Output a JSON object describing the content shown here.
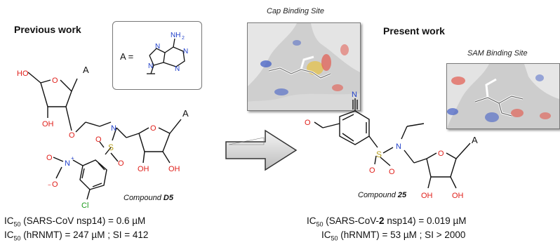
{
  "left": {
    "heading": "Previous work",
    "compound_prefix": "Compound ",
    "compound_id": "D5",
    "inset_label": "A =",
    "substituent_a": "A",
    "ic50_line1": {
      "pre": "IC",
      "sub": "50",
      "text": " (SARS-CoV nsp14) = 0.6 µM"
    },
    "ic50_line2": {
      "pre": "IC",
      "sub": "50",
      "text": " (hRNMT) = 247 µM ; SI = 412"
    }
  },
  "right": {
    "heading": "Present work",
    "compound_prefix": "Compound ",
    "compound_id": "25",
    "substituent_a": "A",
    "ic50_line1": {
      "pre": "IC",
      "sub": "50",
      "text_a": " (SARS-CoV-",
      "bold": "2",
      "text_b": " nsp14) = 0.019 µM"
    },
    "ic50_line2": {
      "pre": "IC",
      "sub": "50",
      "text": " (hRNMT) = 53 µM ; SI > 2000"
    }
  },
  "cap_site": {
    "label": "Cap Binding Site"
  },
  "sam_site": {
    "label": "SAM Binding Site"
  },
  "atoms": {
    "HO": "HO",
    "OH": "OH",
    "O": "O",
    "N": "N",
    "S": "S",
    "Cl": "Cl",
    "NO2_N": "N",
    "NH2": "NH",
    "NH2_sub": "2",
    "plus": "+",
    "minus": "−"
  },
  "colors": {
    "oxygen": "#e0201b",
    "nitrogen": "#1f3fc9",
    "chlorine": "#1a9a1a",
    "sulfur": "#b8a020",
    "bond": "#111111"
  }
}
